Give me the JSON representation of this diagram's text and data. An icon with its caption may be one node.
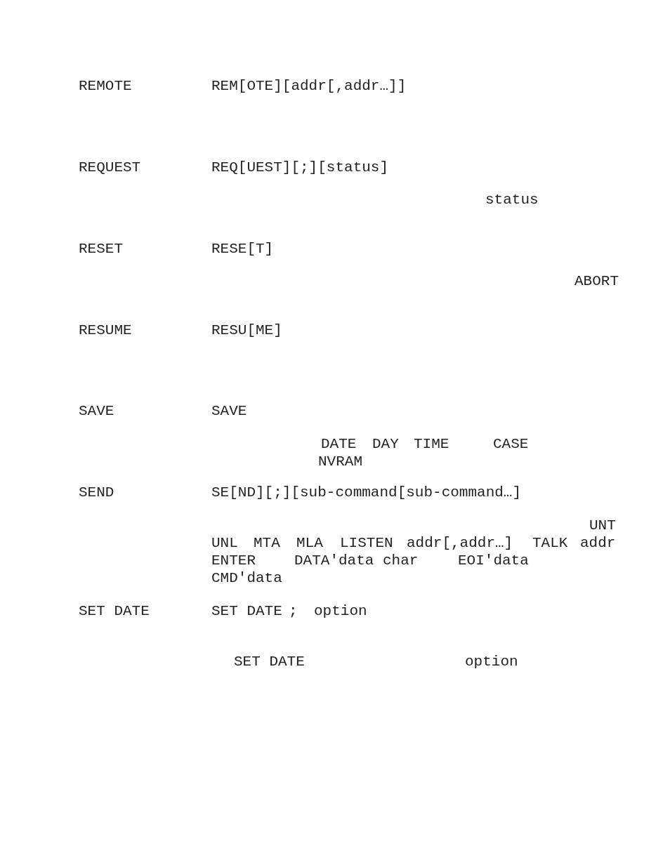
{
  "diagram": {
    "labels": [
      "REMOTE",
      "REM[OTE][addr[,addr…]]",
      "REQUEST",
      "REQ[UEST][;][status]",
      "status",
      "RESET",
      "RESE[T]",
      "ABORT",
      "RESUME",
      "RESU[ME]",
      "SAVE",
      "SAVE",
      "DATE",
      "DAY",
      "TIME",
      "CASE",
      "NVRAM",
      "SEND",
      "SE[ND][;][sub-command[sub-command…]",
      "UNT",
      "UNL",
      "MTA",
      "MLA",
      "LISTEN",
      "addr[,addr…]",
      "TALK",
      "addr",
      "ENTER",
      "DATA'data char",
      "EOI'data",
      "CMD'data",
      "SET DATE",
      "SET DATE",
      ";",
      "option",
      "SET DATE",
      "option"
    ]
  }
}
